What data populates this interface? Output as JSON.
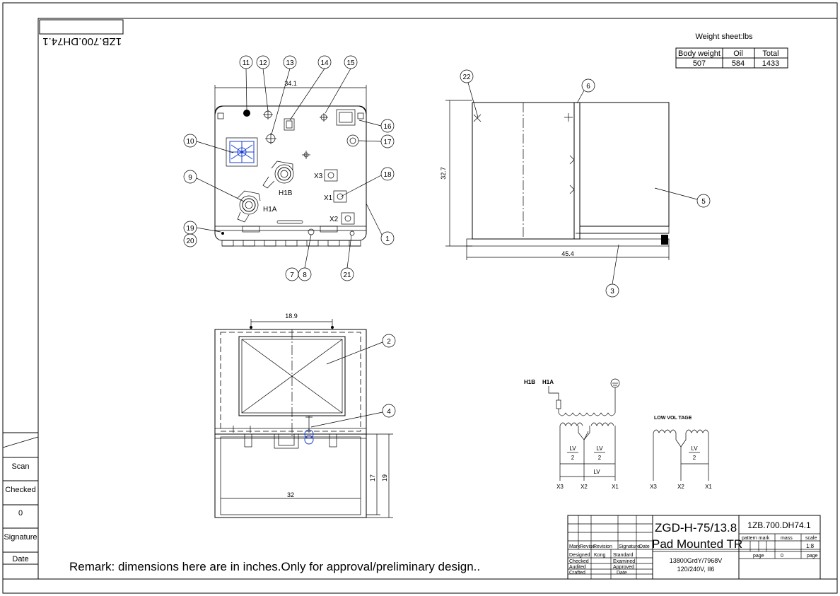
{
  "drawing_number": "1ZB.700.DH74.1",
  "weight_sheet": {
    "title": "Weight sheet:lbs",
    "headers": [
      "Body weight",
      "Oil",
      "Total"
    ],
    "values": [
      "507",
      "584",
      "1433"
    ]
  },
  "dimensions": {
    "front_width": "34.1",
    "side_height": "32.7",
    "side_depth": "45.4",
    "top_width": "18.9",
    "bottom_width": "32",
    "bottom_h1": "17",
    "bottom_h2": "19"
  },
  "callouts": [
    "1",
    "2",
    "3",
    "4",
    "5",
    "6",
    "7",
    "8",
    "9",
    "10",
    "11",
    "12",
    "13",
    "14",
    "15",
    "16",
    "17",
    "18",
    "19",
    "20",
    "21",
    "22"
  ],
  "bushing_labels": {
    "h1a": "H1A",
    "h1b": "H1B",
    "x1": "X1",
    "x2": "X2",
    "x3": "X3"
  },
  "schematic": {
    "h1b": "H1B",
    "h1a": "H1A",
    "low_voltage": "LOW VOL TAGE",
    "lv": "LV",
    "lv2": "LV",
    "two": "2",
    "x3": "X3",
    "x2": "X2",
    "x1": "X1"
  },
  "left_block": [
    "Scan",
    "Checked",
    "0",
    "Signature",
    "Date"
  ],
  "remark": "Remark: dimensions here are in inches.Only for approval/preliminary design..",
  "title_block": {
    "model": "ZGD-H-75/13.8",
    "name": "Pad Mounted TR",
    "drawing_no": "1ZB.700.DH74.1",
    "rating_1": "13800GrdY/7968V",
    "rating_2": "120/240V, II6",
    "hdr_mark": "Mark",
    "hdr_revise": "Revise",
    "hdr_revision": "Revision",
    "hdr_signature": "Signature",
    "hdr_date": "Date",
    "designed": "Designed",
    "designer": "Kong",
    "standard": "Standard",
    "checked": "Checked",
    "examined": "Examined",
    "audited": "Audited",
    "approved": "Approved",
    "crafted": "Crafted",
    "date": "Date",
    "pattern_mark": "pattern mark",
    "mass": "mass",
    "scale": "scale",
    "scale_value": "1:8",
    "page": "page",
    "page_value": "0",
    "page2": "page"
  }
}
